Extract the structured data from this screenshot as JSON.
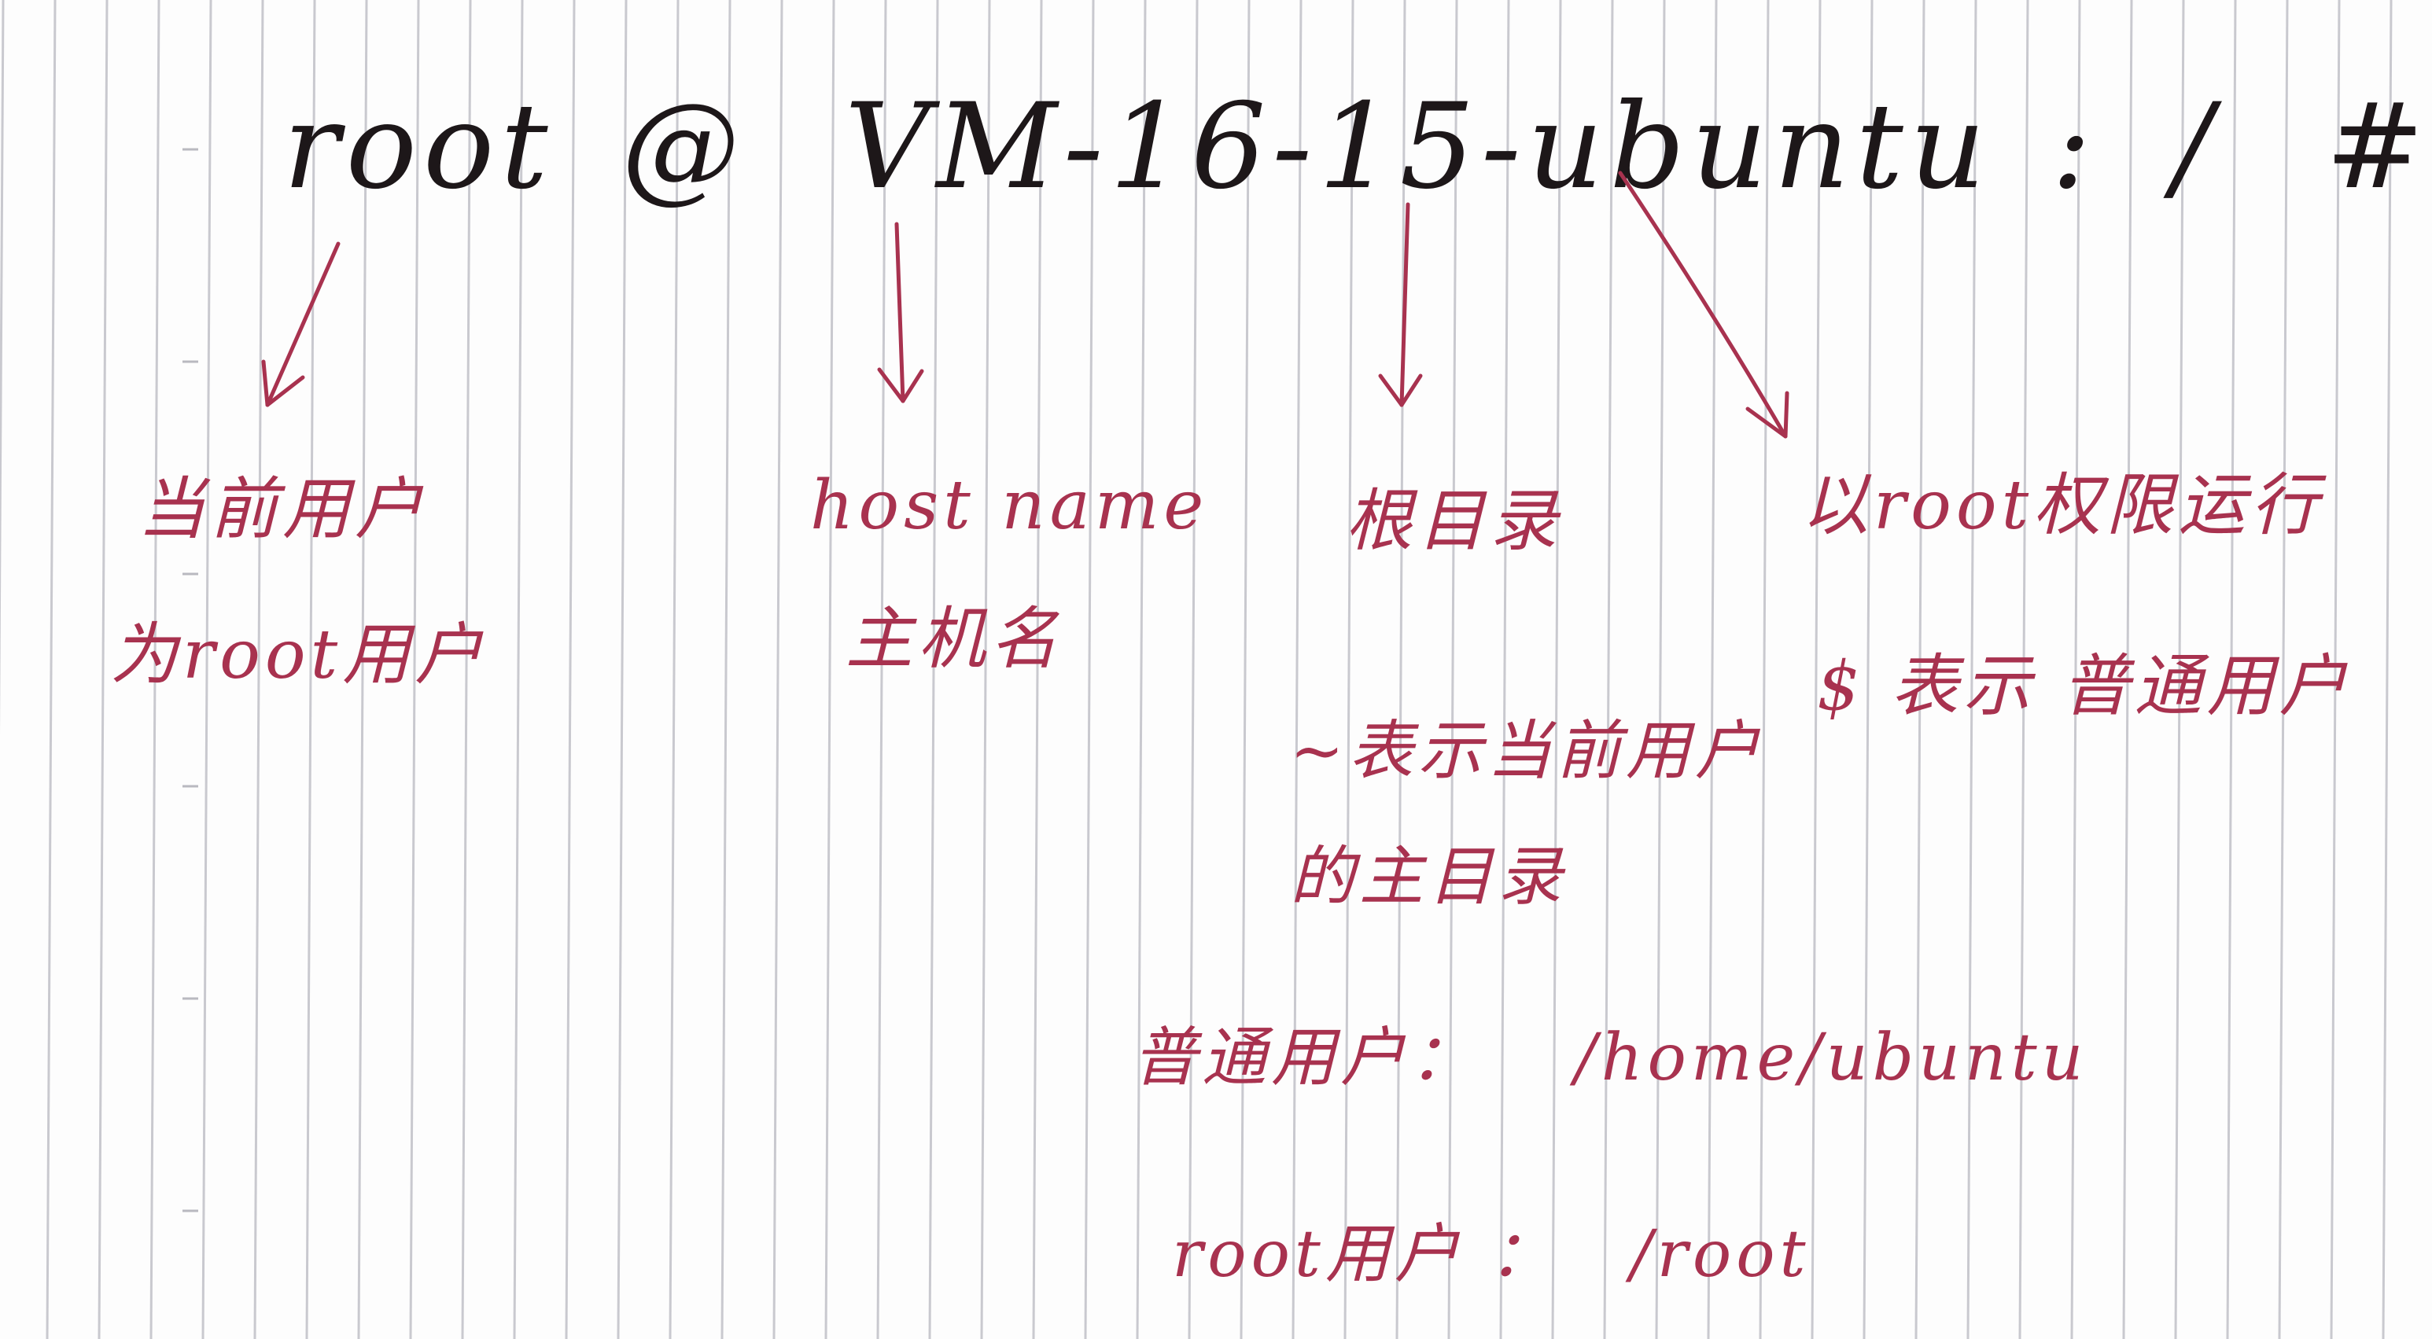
{
  "prompt": {
    "user": "root",
    "at": "@",
    "host": "VM-16-15-ubuntu",
    "colon": ":",
    "dir": "/",
    "symbol": "#"
  },
  "labels": {
    "user_line1": "当前用户",
    "user_line2": "为root用户",
    "host_line1": "host name",
    "host_line2": "主机名",
    "dir_line1": "根目录",
    "symbol_line1": "以root权限运行",
    "symbol_line2": "$ 表示 普通用户"
  },
  "home_note": {
    "line1": "~表示当前用户",
    "line2": "的主目录",
    "normal_label": "普通用户：",
    "normal_path": "/home/ubuntu",
    "root_label": "root用户 ：",
    "root_path": "/root"
  },
  "colors": {
    "black_ink": "#1d1719",
    "red_ink": "#a8324f",
    "ruling": "#c9c9cf"
  }
}
